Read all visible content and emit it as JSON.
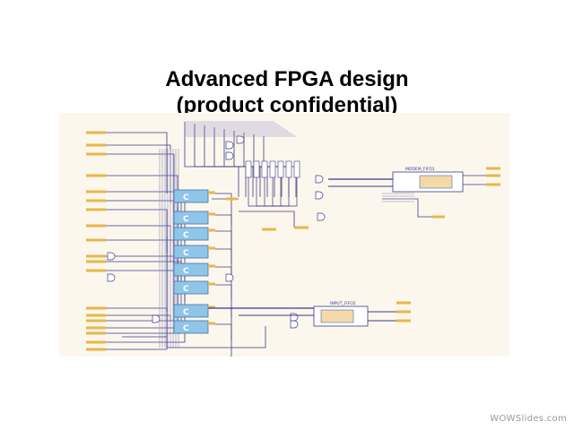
{
  "slide": {
    "title_line1": "Advanced FPGA design",
    "title_line2": "(product confidential)"
  },
  "watermark": "WOWSlides.com",
  "schematic": {
    "block_labels": [
      "MODEM_FIFO1",
      "INPUT_FIFO2"
    ],
    "colors": {
      "background": "#fbf7ec",
      "wire": "#3d3a8a",
      "wire_light": "#8c88c0",
      "port": "#e9b64a",
      "block_fill": "#8fc6e8",
      "block_border": "#4a6fa5",
      "fifo_fill": "#f3d9a8",
      "gate": "#ffffff"
    }
  }
}
